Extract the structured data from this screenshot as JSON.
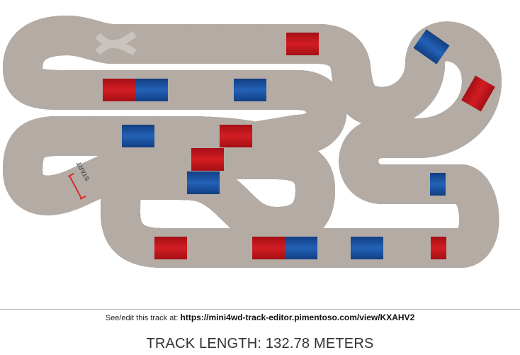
{
  "footer": {
    "link_prefix": "See/edit this track at:",
    "link_url": "https://mini4wd-track-editor.pimentoso.com/view/KXAHV2",
    "length_label": "TRACK LENGTH:",
    "length_value": "132.78 METERS"
  },
  "track": {
    "start_label": "START",
    "colors": {
      "surface": "#efedea",
      "border": "#b3aba4",
      "rail": "#9a918a",
      "red_segment": "#c0161c",
      "blue_segment": "#1a4f9c"
    }
  }
}
